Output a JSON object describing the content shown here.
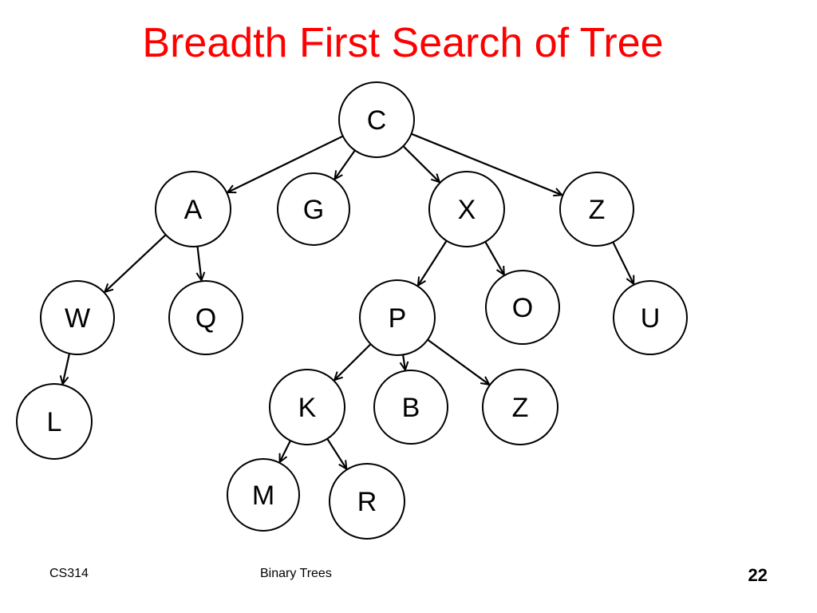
{
  "slide": {
    "title": "Breadth First Search of Tree",
    "title_color": "#ff0000"
  },
  "tree": {
    "nodes": [
      {
        "id": "C",
        "label": "C"
      },
      {
        "id": "A",
        "label": "A"
      },
      {
        "id": "G",
        "label": "G"
      },
      {
        "id": "X",
        "label": "X"
      },
      {
        "id": "Z1",
        "label": "Z"
      },
      {
        "id": "W",
        "label": "W"
      },
      {
        "id": "Q",
        "label": "Q"
      },
      {
        "id": "P",
        "label": "P"
      },
      {
        "id": "O",
        "label": "O"
      },
      {
        "id": "U",
        "label": "U"
      },
      {
        "id": "L",
        "label": "L"
      },
      {
        "id": "K",
        "label": "K"
      },
      {
        "id": "B",
        "label": "B"
      },
      {
        "id": "Z2",
        "label": "Z"
      },
      {
        "id": "M",
        "label": "M"
      },
      {
        "id": "R",
        "label": "R"
      }
    ],
    "edges": [
      {
        "from": "C",
        "to": "A"
      },
      {
        "from": "C",
        "to": "G"
      },
      {
        "from": "C",
        "to": "X"
      },
      {
        "from": "C",
        "to": "Z1"
      },
      {
        "from": "A",
        "to": "W"
      },
      {
        "from": "A",
        "to": "Q"
      },
      {
        "from": "X",
        "to": "P"
      },
      {
        "from": "X",
        "to": "O"
      },
      {
        "from": "Z1",
        "to": "U"
      },
      {
        "from": "W",
        "to": "L"
      },
      {
        "from": "P",
        "to": "K"
      },
      {
        "from": "P",
        "to": "B"
      },
      {
        "from": "P",
        "to": "Z2"
      },
      {
        "from": "K",
        "to": "M"
      },
      {
        "from": "K",
        "to": "R"
      }
    ]
  },
  "footer": {
    "course": "CS314",
    "topic": "Binary Trees",
    "page_number": "22"
  }
}
